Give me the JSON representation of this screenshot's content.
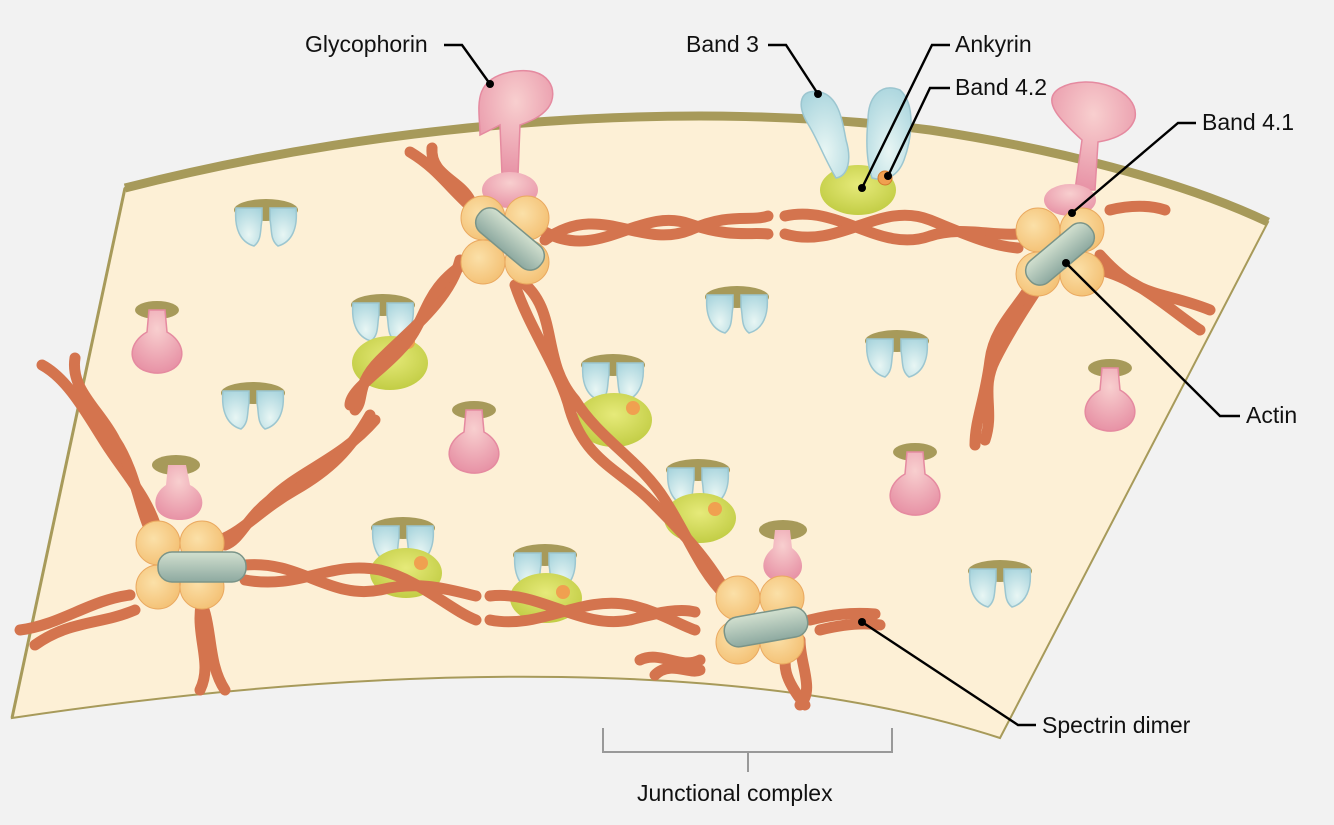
{
  "labels": {
    "glycophorin": "Glycophorin",
    "band3": "Band 3",
    "ankyrin": "Ankyrin",
    "band42": "Band 4.2",
    "band41": "Band 4.1",
    "actin": "Actin",
    "spectrin": "Spectrin dimer",
    "junctional": "Junctional complex"
  },
  "colors": {
    "background": "#f2f2f2",
    "membrane": "#fdf0d6",
    "membrane_edge": "#a79a5a",
    "spectrin": "#d4744e",
    "band3": "#b8dfe3",
    "glycophorin": "#e89aa8",
    "ankyrin": "#cfd650",
    "band42": "#f0a050",
    "band41": "#f7c97f",
    "actin": "#9fb8a8"
  }
}
